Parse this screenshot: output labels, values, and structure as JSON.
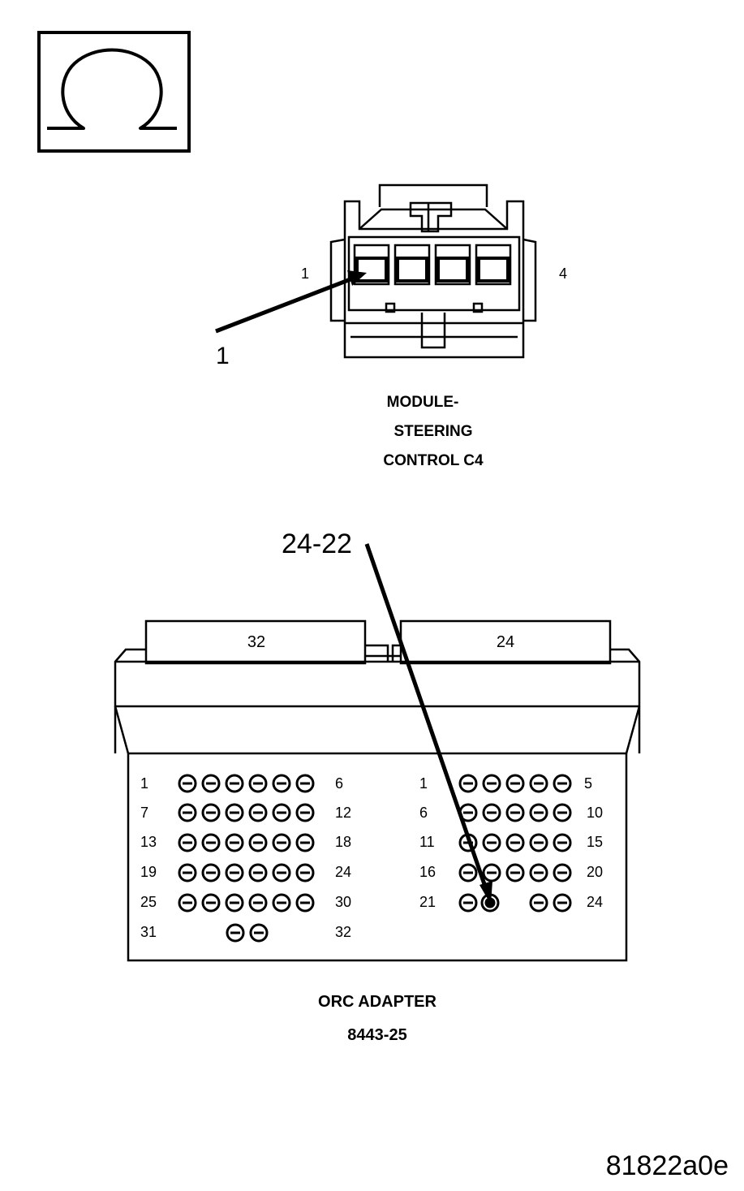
{
  "symbol": {
    "icon": "ohm-meter-icon",
    "glyph": "Ω"
  },
  "module_connector": {
    "pin_left": "1",
    "pin_right": "4",
    "callout": "1",
    "caption": [
      "MODULE-",
      "STEERING",
      "CONTROL C4"
    ],
    "cavity_count": 4
  },
  "orc_adapter": {
    "callout": "24-22",
    "left_header_label": "32",
    "right_header_label": "24",
    "left_rows": [
      {
        "start": "1",
        "end": "6",
        "pins": 6
      },
      {
        "start": "7",
        "end": "12",
        "pins": 6
      },
      {
        "start": "13",
        "end": "18",
        "pins": 6
      },
      {
        "start": "19",
        "end": "24",
        "pins": 6
      },
      {
        "start": "25",
        "end": "30",
        "pins": 6
      },
      {
        "start": "31",
        "end": "32",
        "pins": 2
      }
    ],
    "right_rows": [
      {
        "start": "1",
        "end": "5"
      },
      {
        "start": "6",
        "end": "10"
      },
      {
        "start": "11",
        "end": "15"
      },
      {
        "start": "16",
        "end": "20"
      },
      {
        "start": "21",
        "end": "24"
      }
    ],
    "caption": [
      "ORC ADAPTER",
      "8443-25"
    ]
  },
  "figure_id": "81822a0e"
}
